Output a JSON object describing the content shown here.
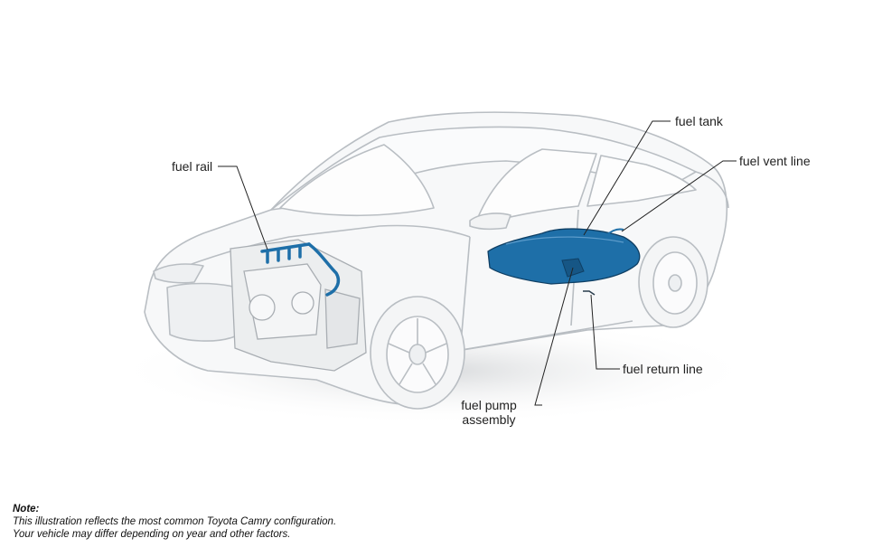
{
  "diagram": {
    "callouts": {
      "fuel_rail": "fuel rail",
      "fuel_tank": "fuel tank",
      "fuel_vent_line": "fuel vent line",
      "fuel_return_line": "fuel return line",
      "fuel_pump_assembly_line1": "fuel pump",
      "fuel_pump_assembly_line2": "assembly"
    },
    "highlight_color": "#1e6fa8",
    "outline_color": "#b9bec3",
    "subject": "Toyota Camry sedan cutaway illustration (fuel system)"
  },
  "note": {
    "title": "Note:",
    "line1": "This illustration reflects the most common Toyota Camry configuration.",
    "line2": "Your vehicle may differ depending on year and other factors."
  }
}
